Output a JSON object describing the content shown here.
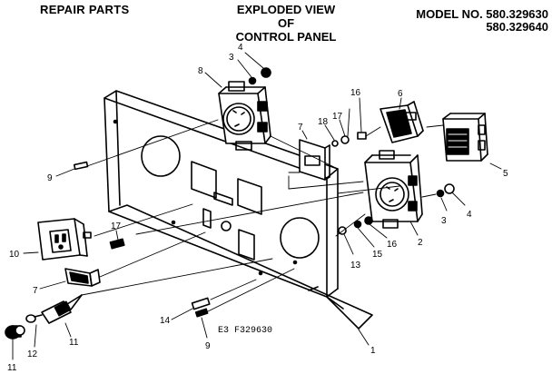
{
  "header": {
    "left": "REPAIR PARTS",
    "center_line1": "EXPLODED VIEW",
    "center_line2": "OF",
    "center_line3": "CONTROL PANEL",
    "model_line1": "MODEL NO. 580.329630",
    "model_line2": "580.329640"
  },
  "drawing_code": "E3 F329630",
  "callouts": {
    "n1": "1",
    "n2": "2",
    "n3a": "3",
    "n3b": "3",
    "n4a": "4",
    "n4b": "4",
    "n5": "5",
    "n6": "6",
    "n7a": "7",
    "n7b": "7",
    "n8": "8",
    "n9a": "9",
    "n9b": "9",
    "n10": "10",
    "n11a": "11",
    "n11b": "11",
    "n12": "12",
    "n13": "13",
    "n14": "14",
    "n15": "15",
    "n16a": "16",
    "n16b": "16",
    "n17a": "17",
    "n17b": "17",
    "n18": "18"
  }
}
